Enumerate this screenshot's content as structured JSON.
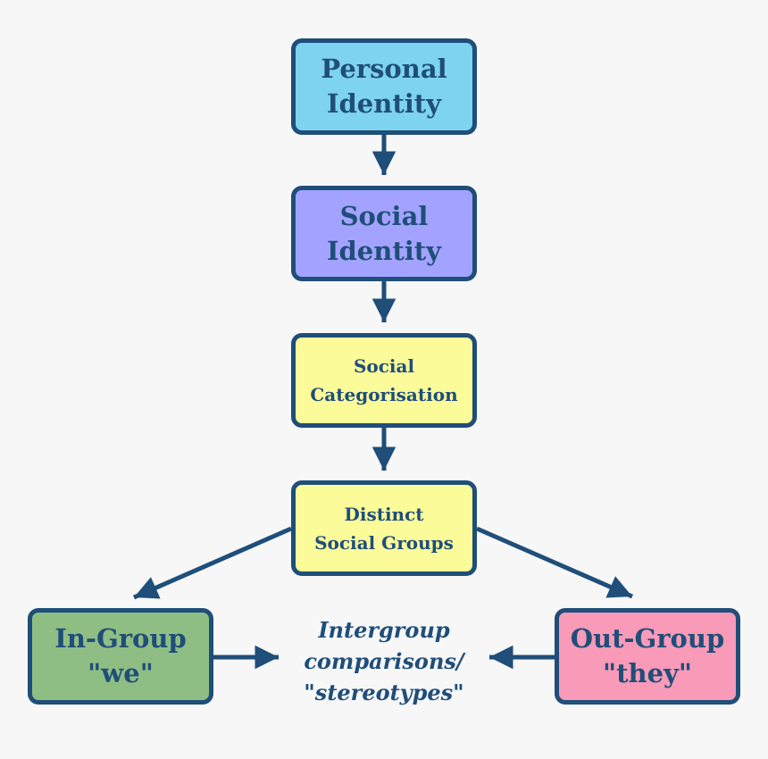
{
  "nodes": {
    "personal_identity": {
      "line1": "Personal",
      "line2": "Identity",
      "fill": "#7dd3f0"
    },
    "social_identity": {
      "line1": "Social",
      "line2": "Identity",
      "fill": "#a3a3ff"
    },
    "social_categorisation": {
      "line1": "Social",
      "line2": "Categorisation",
      "fill": "#fbfb9a"
    },
    "distinct_social_groups": {
      "line1": "Distinct",
      "line2": "Social Groups",
      "fill": "#fbfb9a"
    },
    "in_group": {
      "line1": "In-Group",
      "line2": "\"we\"",
      "fill": "#8fbe84"
    },
    "out_group": {
      "line1": "Out-Group",
      "line2": "\"they\"",
      "fill": "#f89ab8"
    }
  },
  "comparison_label": {
    "line1": "Intergroup",
    "line2": "comparisons/",
    "line3": "\"stereotypes\""
  },
  "colors": {
    "border": "#1f4e79",
    "text": "#1f4e79",
    "background": "#f7f7f8"
  }
}
